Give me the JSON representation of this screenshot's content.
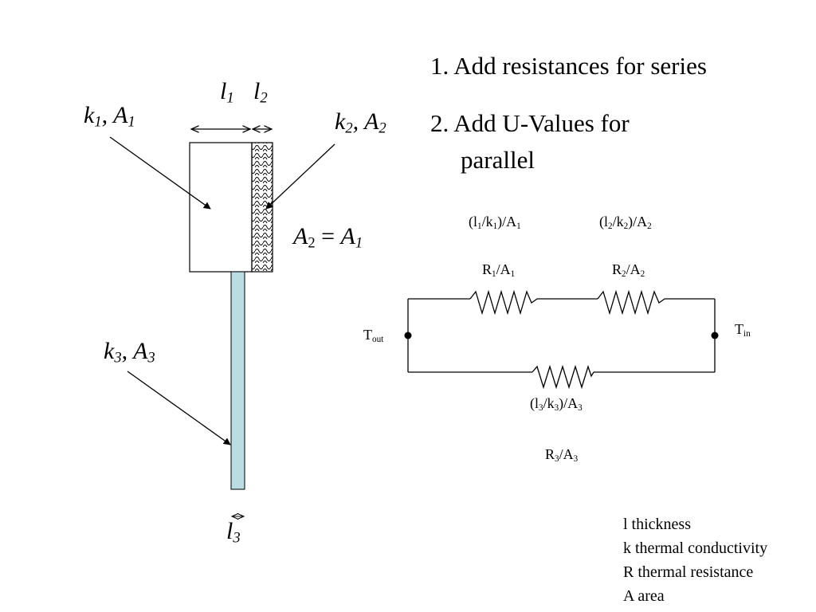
{
  "steps": [
    {
      "number": "1.",
      "text": "Add resistances for series"
    },
    {
      "number": "2.",
      "text": "Add U-Values for",
      "text2": "parallel"
    }
  ],
  "wall": {
    "l1": {
      "sym": "l",
      "sub": "1"
    },
    "l2": {
      "sym": "l",
      "sub": "2"
    },
    "l3": {
      "sym": "l",
      "sub": "3"
    },
    "k1A1": {
      "k": "k",
      "ks": "1",
      "sep": ",",
      "a": "A",
      "as": "1"
    },
    "k2A2": {
      "k": "k",
      "ks": "2",
      "sep": ",",
      "a": "A",
      "as": "2"
    },
    "k3A3": {
      "k": "k",
      "ks": "3",
      "sep": ",",
      "a": "A",
      "as": "3"
    },
    "area_eq": {
      "lhs": "A",
      "lhs_sub": "2",
      "op": "=",
      "rhs": "A",
      "rhs_sub": "1"
    }
  },
  "circuit": {
    "r1_formula": {
      "open": "(l",
      "s1": "1",
      "mid": "/k",
      "s2": "1",
      "close": ")/A",
      "s3": "1"
    },
    "r2_formula": {
      "open": "(l",
      "s1": "2",
      "mid": "/k",
      "s2": "2",
      "close": ")/A",
      "s3": "2"
    },
    "r3_formula": {
      "open": "(l",
      "s1": "3",
      "mid": "/k",
      "s2": "3",
      "close": ")/A",
      "s3": "3"
    },
    "r1": {
      "r": "R",
      "s1": "1",
      "a": "/A",
      "s2": "1"
    },
    "r2": {
      "r": "R",
      "s1": "2",
      "a": "/A",
      "s2": "2"
    },
    "r3": {
      "r": "R",
      "s1": "3",
      "a": "/A",
      "s2": "3"
    },
    "t_out": {
      "t": "T",
      "sub": "out"
    },
    "t_in": {
      "t": "T",
      "sub": "in"
    }
  },
  "legend": [
    "l thickness",
    "k thermal conductivity",
    "R thermal resistance",
    "A area"
  ],
  "colors": {
    "rod_fill": "#b9dde0",
    "stroke": "#000000",
    "background": "#ffffff"
  }
}
